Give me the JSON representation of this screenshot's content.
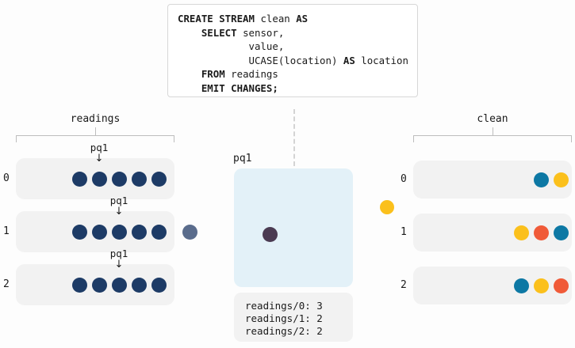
{
  "colors": {
    "background": "#fdfdfd",
    "row_fill": "#f2f2f2",
    "bracket": "#bdbdbd",
    "navy_dot": "#1d3b66",
    "slate_dot": "#5a6c8c",
    "teal_dot": "#0d78a4",
    "yellow_dot": "#fbc01c",
    "orange_dot": "#f05a38",
    "purple_dot": "#4b3b52",
    "consumer_fill": "#e3f1f8",
    "card_border": "#d7d7d7"
  },
  "query_card": {
    "lines": [
      [
        {
          "t": "CREATE STREAM",
          "bold": true
        },
        {
          "t": " clean ",
          "bold": false
        },
        {
          "t": "AS",
          "bold": true
        }
      ],
      [
        {
          "t": "    SELECT",
          "bold": true
        },
        {
          "t": " sensor,",
          "bold": false
        }
      ],
      [
        {
          "t": "            value,",
          "bold": false
        }
      ],
      [
        {
          "t": "            UCASE(location) ",
          "bold": false
        },
        {
          "t": "AS",
          "bold": true
        },
        {
          "t": " location",
          "bold": false
        }
      ],
      [
        {
          "t": "    FROM",
          "bold": true
        },
        {
          "t": " readings",
          "bold": false
        }
      ],
      [
        {
          "t": "    EMIT CHANGES;",
          "bold": true
        }
      ]
    ],
    "plain_text": "CREATE STREAM clean AS\n    SELECT sensor,\n            value,\n            UCASE(location) AS location\n    FROM readings\n    EMIT CHANGES;"
  },
  "source_topic": {
    "name": "readings",
    "partitions": [
      {
        "label": "0",
        "dots": [
          "navy",
          "navy",
          "navy",
          "navy",
          "navy"
        ],
        "pointer": {
          "label": "pq1",
          "arrow": "↓",
          "index": 1
        },
        "outside_dot": null
      },
      {
        "label": "1",
        "dots": [
          "navy",
          "navy",
          "navy",
          "navy",
          "navy"
        ],
        "pointer": {
          "label": "pq1",
          "arrow": "↓",
          "index": 2
        },
        "outside_dot": "slate"
      },
      {
        "label": "2",
        "dots": [
          "navy",
          "navy",
          "navy",
          "navy",
          "navy"
        ],
        "pointer": {
          "label": "pq1",
          "arrow": "↓",
          "index": 2
        },
        "outside_dot": null
      }
    ]
  },
  "consumer": {
    "label": "pq1",
    "inflight_dot": "purple",
    "offsets": [
      "readings/0: 3",
      "readings/1: 2",
      "readings/2: 2"
    ]
  },
  "in_transit": {
    "dot": "yellow"
  },
  "sink_topic": {
    "name": "clean",
    "partitions": [
      {
        "label": "0",
        "dots": [
          "teal",
          "yellow"
        ]
      },
      {
        "label": "1",
        "dots": [
          "yellow",
          "orange",
          "teal"
        ]
      },
      {
        "label": "2",
        "dots": [
          "teal",
          "yellow",
          "orange"
        ]
      }
    ]
  }
}
